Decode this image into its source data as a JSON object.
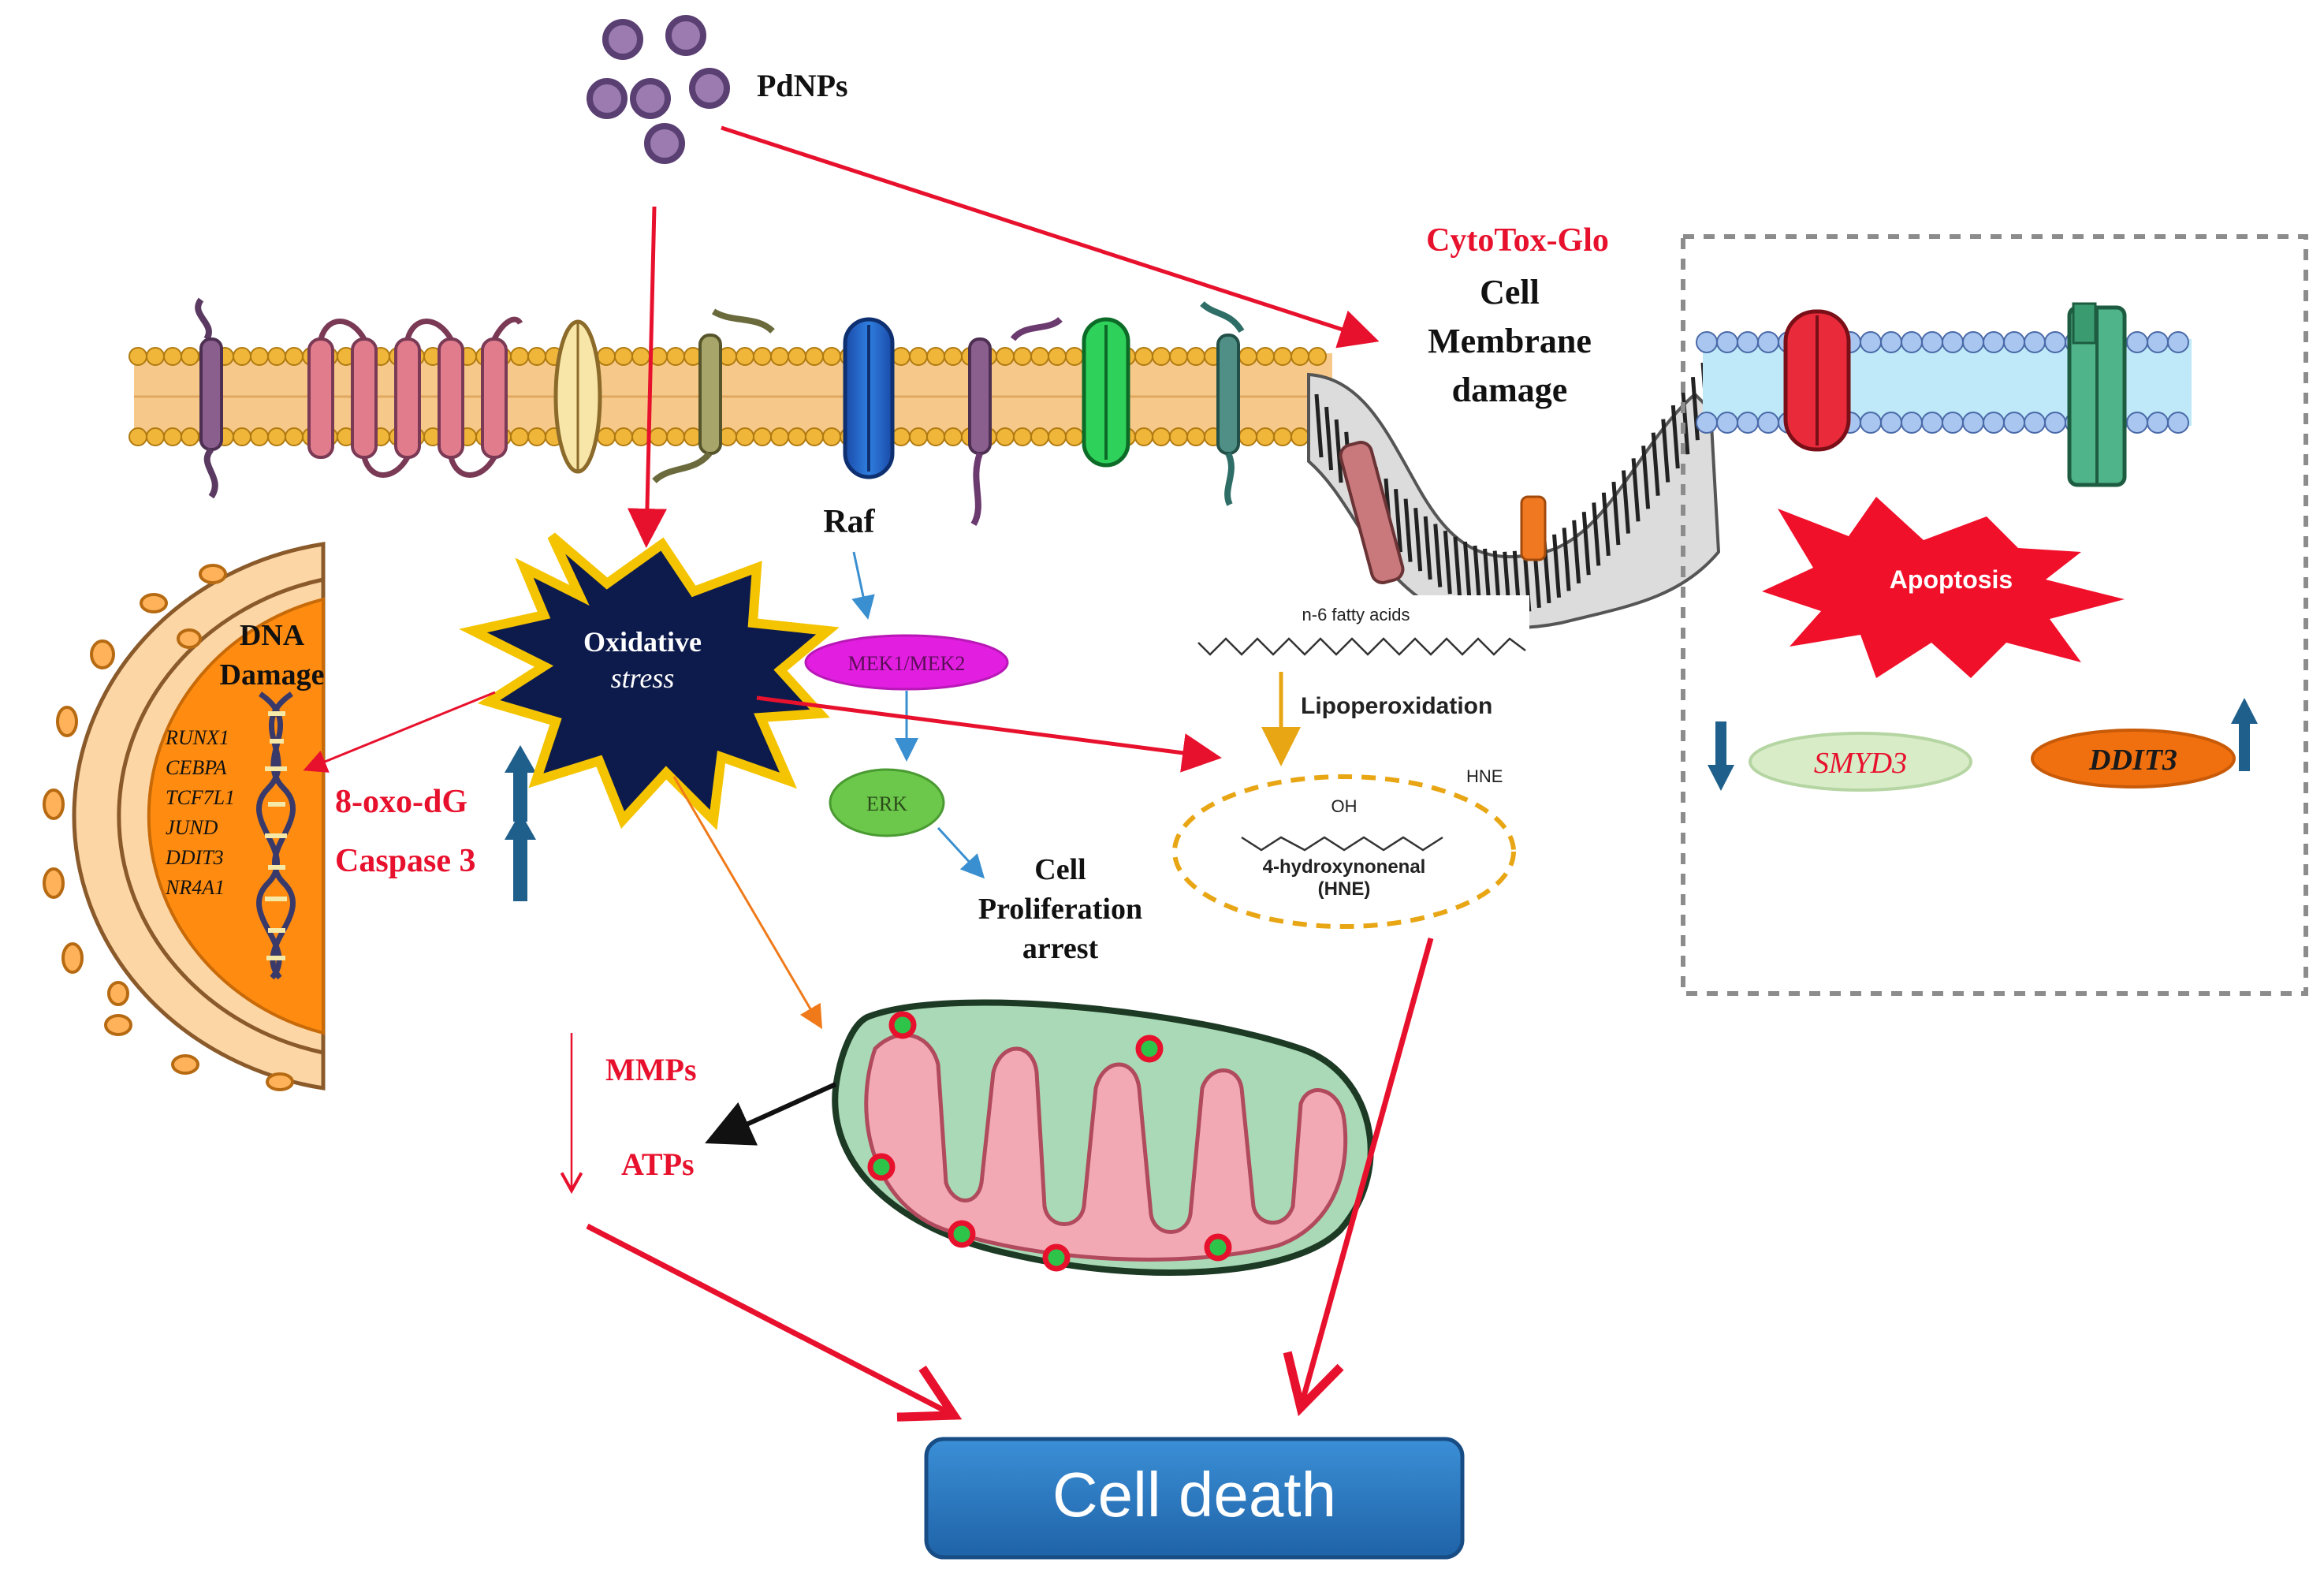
{
  "nanoparticles": {
    "label": "PdNPs"
  },
  "membrane": {
    "assay_label": "CytoTox-Glo",
    "damage_line1": "Cell",
    "damage_line2": "Membrane",
    "damage_line3": "damage"
  },
  "oxidative_stress": {
    "line1": "Oxidative",
    "line2": "stress"
  },
  "nucleus": {
    "title_line1": "DNA",
    "title_line2": "Damage",
    "genes": [
      "RUNX1",
      "CEBPA",
      "TCF7L1",
      "JUND",
      "DDIT3",
      "NR4A1"
    ]
  },
  "markers": [
    {
      "label": "8-oxo-dG",
      "direction": "up"
    },
    {
      "label": "Caspase 3",
      "direction": "up"
    }
  ],
  "pathway": {
    "raf": "Raf",
    "mek": "MEK1/MEK2",
    "erk": "ERK",
    "outcome_line1": "Cell",
    "outcome_line2": "Proliferation",
    "outcome_line3": "arrest"
  },
  "lipid": {
    "fatty_acids": "n-6 fatty acids",
    "process": "Lipoperoxidation",
    "hne_tag": "HNE",
    "oh": "OH",
    "product_line1": "4-hydroxynonenal",
    "product_line2": "(HNE)"
  },
  "apoptosis": {
    "label": "Apoptosis",
    "gene_down": "SMYD3",
    "gene_up": "DDIT3"
  },
  "mitochondria": {
    "mmp": "MMPs",
    "atp": "ATPs"
  },
  "outcome": {
    "label": "Cell death"
  },
  "colors": {
    "arrow_red": "#e8112d",
    "label_red": "#e8112d",
    "up_arrow_blue": "#1f5f8b",
    "star_fill": "#0d1b4c",
    "star_border": "#f5c400",
    "mek_fill": "#e21ee0",
    "erk_fill": "#6cc84a",
    "cell_death_fill": "#2e7cc0",
    "nucleus_orange": "#ff8c10",
    "membrane_tan": "#f6c98a",
    "membrane_blue": "#bfe9f8"
  }
}
